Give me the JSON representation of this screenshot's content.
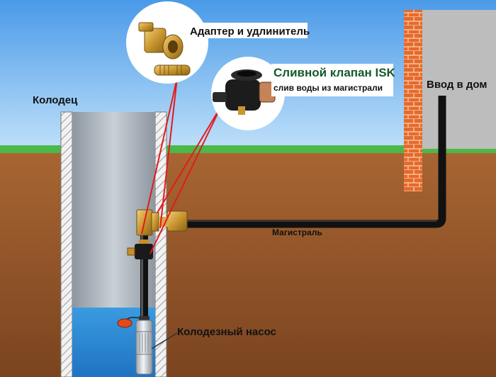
{
  "labels": {
    "adapter": "Адаптер и удлинитель",
    "valve_title": "Сливной клапан ISK",
    "valve_subtitle": "слив воды из  магистрали",
    "house_inlet": "Ввод в дом",
    "well": "Колодец",
    "main_line": "Магистраль",
    "pump": "Колодезный насос"
  },
  "colors": {
    "sky": "#79b8f0",
    "grass": "#4db84a",
    "soil": "#9a5a2a",
    "wall_gray": "#bdbdbd",
    "brick": "#e6622a",
    "water": "#2f8fd8",
    "pipe": "#111111",
    "pointer_line": "#e31b1b"
  },
  "icons": {
    "adapter_photo": "brass-adapter-icon",
    "valve_photo": "drain-valve-icon",
    "pump": "submersible-pump-icon"
  }
}
